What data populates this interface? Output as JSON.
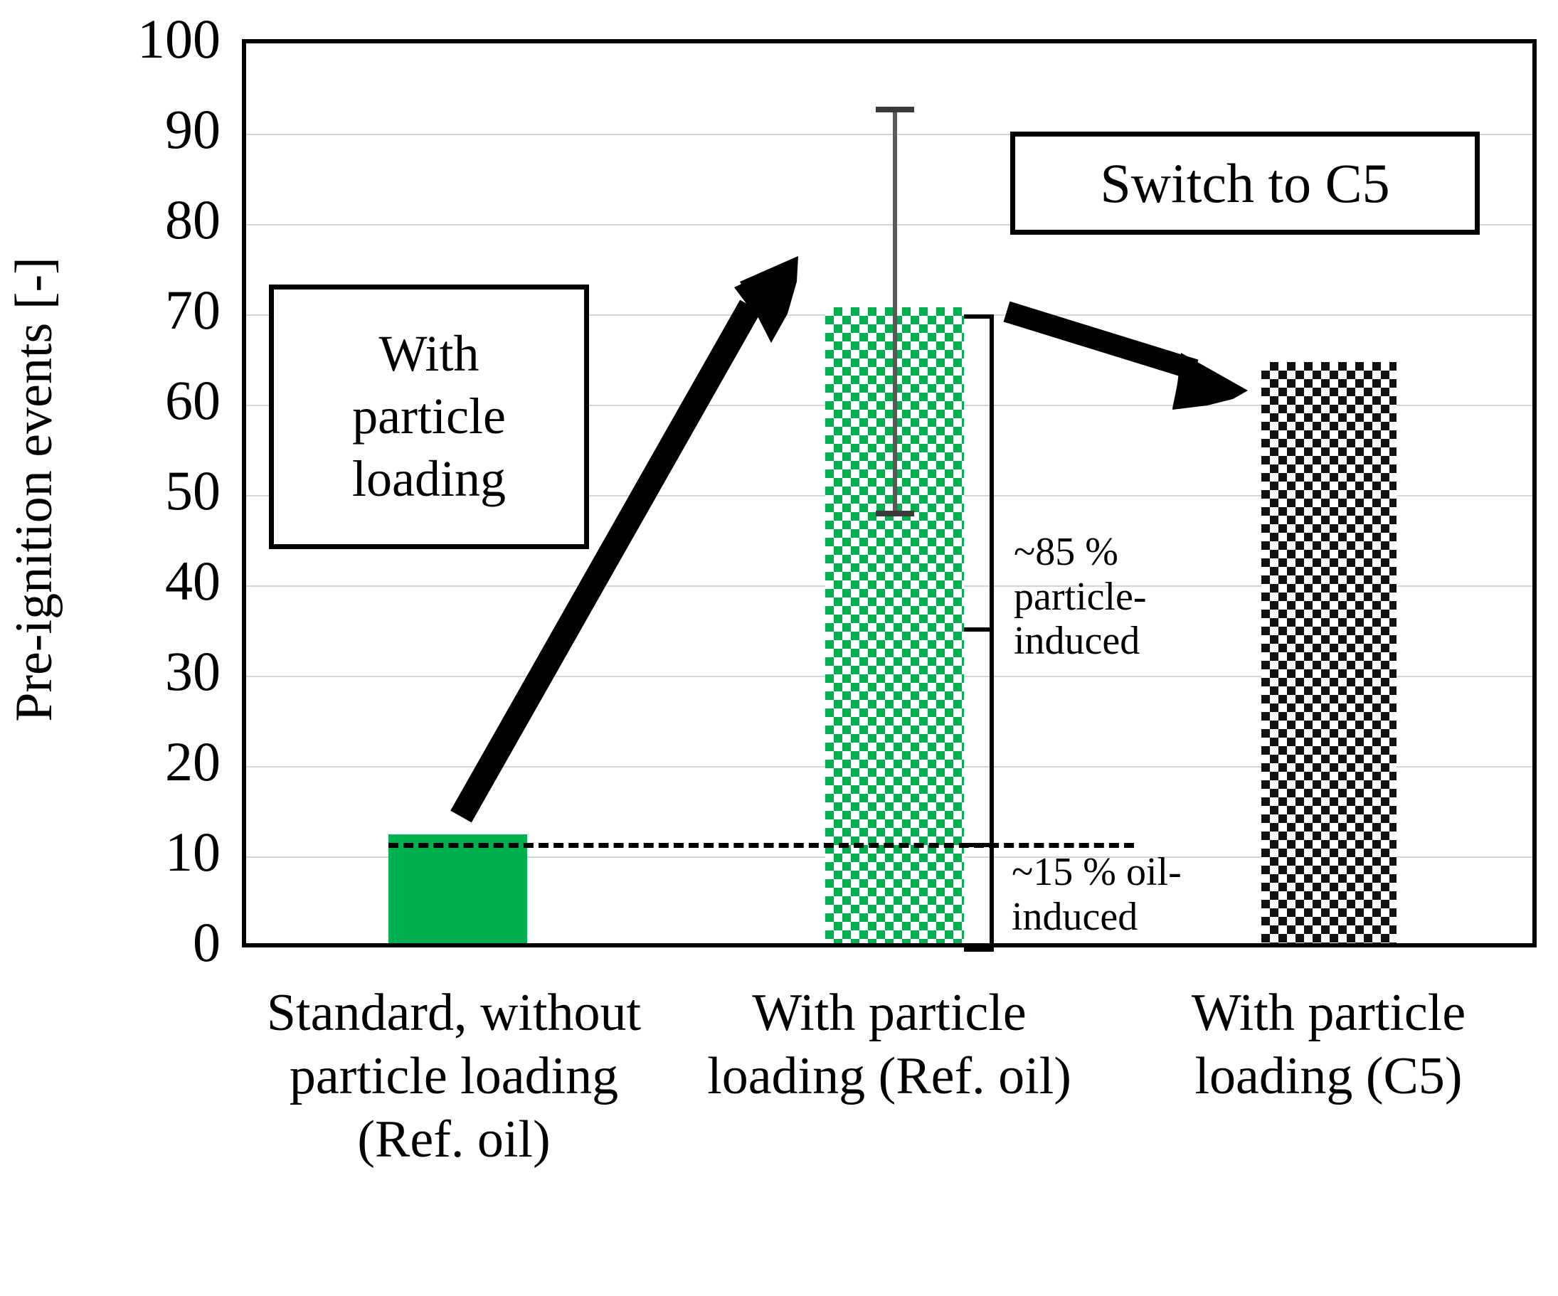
{
  "chart_data": {
    "type": "bar",
    "title": "",
    "xlabel": "",
    "ylabel": "Pre-ignition events [-]",
    "ylim": [
      0,
      100
    ],
    "ytick_values": [
      0,
      10,
      20,
      30,
      40,
      50,
      60,
      70,
      80,
      90,
      100
    ],
    "ytick_labels": [
      "0",
      "10",
      "20",
      "30",
      "40",
      "50",
      "60",
      "70",
      "80",
      "90",
      "100"
    ],
    "grid": "horizontal",
    "legend": "none",
    "categories": [
      "Standard, without particle loading (Ref. oil)",
      "With particle loading (Ref. oil)",
      "With particle loading (C5)"
    ],
    "values": [
      12,
      70,
      64
    ],
    "bar_styles": [
      "solid-green",
      "green-checkerboard",
      "black-checkerboard"
    ],
    "error_bars": [
      null,
      {
        "value": 70,
        "low": 47,
        "high": 93
      },
      null
    ],
    "annotations": [
      {
        "name": "with-particle-loading-box",
        "text": "With\nparticle\nloading"
      },
      {
        "name": "switch-to-c5-box",
        "text": "Switch to C5"
      },
      {
        "name": "particle-induced-note",
        "text": "~85 %\nparticle-\ninduced"
      },
      {
        "name": "oil-induced-note",
        "text": "~15 % oil-\ninduced"
      }
    ],
    "reference_line": {
      "value": 12,
      "style": "dashed"
    },
    "colors": {
      "bar_green": "#00AF50",
      "bar_black": "#111111",
      "gridline": "#D4D4D4",
      "axis": "#000000",
      "error_bar": "#595959"
    }
  },
  "axis": {
    "y_title": "Pre-ignition events [-]",
    "ticks": [
      "100",
      "90",
      "80",
      "70",
      "60",
      "50",
      "40",
      "30",
      "20",
      "10",
      "0"
    ]
  },
  "callouts": {
    "particle_loading": {
      "line1": "With",
      "line2": "particle",
      "line3": "loading"
    },
    "switch_to_c5": "Switch to C5"
  },
  "notes": {
    "particle_induced": "~85 %\nparticle-\ninduced",
    "oil_induced": "~15 % oil-\ninduced"
  },
  "x_labels": [
    "Standard, without particle loading (Ref. oil)",
    "With particle loading (Ref. oil)",
    "With particle loading (C5)"
  ],
  "icons": {
    "growth_arrow": "arrow-up-right",
    "switch_arrow": "arrow-down-right"
  }
}
